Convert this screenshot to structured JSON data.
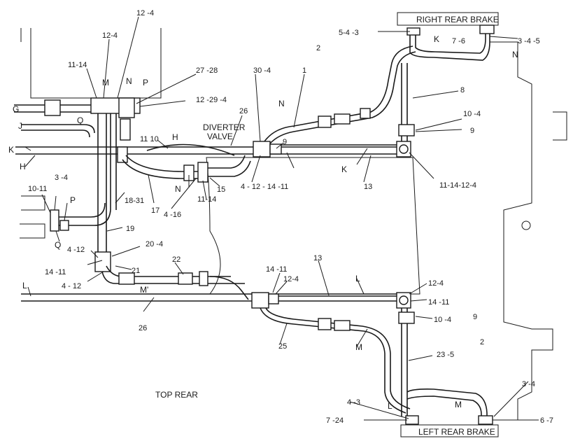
{
  "headings": {
    "right_brake": "RIGHT REAR BRAKE",
    "left_brake": "LEFT REAR BRAKE",
    "view": "TOP REAR",
    "valve_line1": "DIVERTER",
    "valve_line2": "VALVE"
  },
  "letters": {
    "G": "G",
    "J": "J",
    "K": "K",
    "H": "H",
    "Q": "Q",
    "P": "P",
    "M": "M",
    "N": "N",
    "L": "L",
    "M_prime": "M'"
  },
  "callouts": {
    "c_12_4_top": "12 -4",
    "c_12_4_b": "12-4",
    "c_11_14": "11-14",
    "c_m_top": "M",
    "c_n_top": "N",
    "c_p_top": "P",
    "c_27_28": "27 -28",
    "c_12_29_4": "12 -29 -4",
    "c_11_10": "11 10",
    "c_26_top": "26",
    "c_30_4": "30 -4",
    "c_1": "1",
    "c_9_mid": "9",
    "c_4_12_14_11": "4 - 12 - 14 -11",
    "c_13_top": "13",
    "c_17": "17",
    "c_18_31": "18-31",
    "c_15": "15",
    "c_11_14b": "11-14",
    "c_4_16": "4 -16",
    "c_3_4_left": "3 -4",
    "c_10_11": "10-11",
    "c_19": "19",
    "c_4_12_a": "4 -12",
    "c_20_4": "20 -4",
    "c_14_11_left": "14 -11",
    "c_21": "21",
    "c_4_12_b": "4 - 12",
    "c_22": "22",
    "c_26_bottom": "26",
    "c_14_11_mid": "14 -11",
    "c_12_4_mid": "12-4",
    "c_13_bottom": "13",
    "c_12_4_right": "12-4",
    "c_14_11_right": "14 -11",
    "c_10_4_bottom": "10 -4",
    "c_25": "25",
    "c_23_5": "23 -5",
    "c_2_bottom": "2",
    "c_3_4_bottom": "3 -4",
    "c_4_3": "4 -3",
    "c_7_24": "7 -24",
    "c_6_7": "6 -7",
    "c_5_4_3": "5-4 -3",
    "c_2_top": "2",
    "c_7_6": "7 -6",
    "c_3_4_5": "3 -4 -5",
    "c_8": "8",
    "c_10_4_top": "10 -4",
    "c_9_right": "9",
    "c_11_14_12_4": "11-14-12-4",
    "c_9_bottom": "9"
  }
}
